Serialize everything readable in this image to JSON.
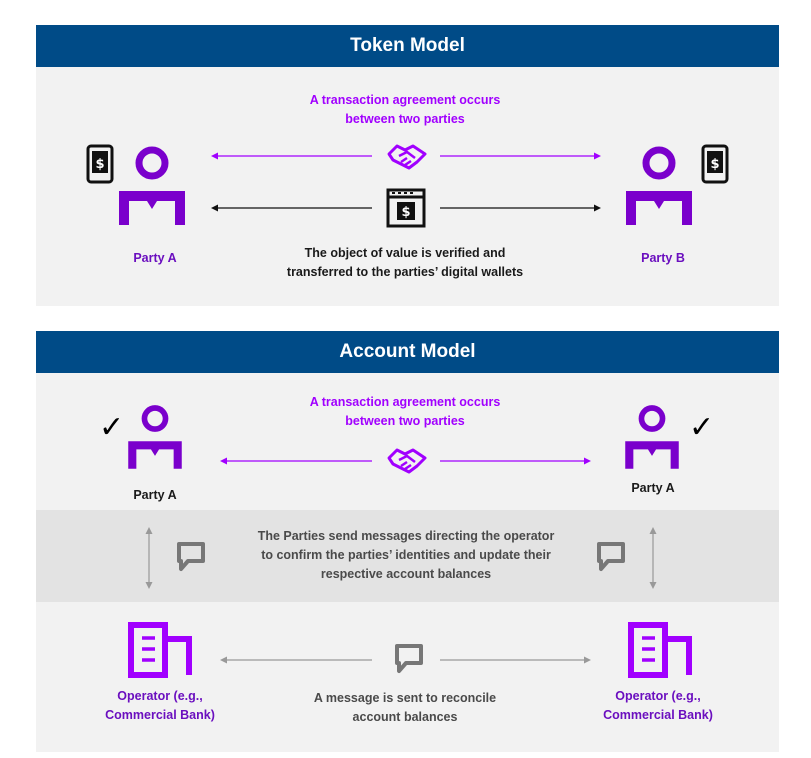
{
  "token_model": {
    "title": "Token Model",
    "agreement_line1": "A transaction agreement occurs",
    "agreement_line2": "between two parties",
    "verify_line1": "The object of value is verified and",
    "verify_line2": "transferred to the parties’ digital wallets",
    "party_a": "Party A",
    "party_b": "Party B"
  },
  "account_model": {
    "title": "Account Model",
    "agreement_line1": "A transaction agreement occurs",
    "agreement_line2": "between two parties",
    "party_a": "Party A",
    "party_b": "Party A",
    "message_line1": "The Parties send messages directing the operator",
    "message_line2": "to confirm the parties’ identities and update their",
    "message_line3": "respective account balances",
    "operator_a_line1": "Operator (e.g.,",
    "operator_a_line2": "Commercial Bank)",
    "operator_b_line1": "Operator (e.g.,",
    "operator_b_line2": "Commercial Bank)",
    "reconcile_line1": "A message is sent to reconcile",
    "reconcile_line2": "account balances"
  },
  "colors": {
    "header": "#004b87",
    "accent_purple": "#a100ff",
    "dark_purple": "#7a00cc",
    "panel": "#f2f2f2",
    "band": "#e3e3e3"
  },
  "icons": [
    "phone-wallet-icon",
    "person-icon",
    "handshake-icon",
    "document-dollar-icon",
    "checkmark-icon",
    "message-icon",
    "building-icon"
  ]
}
